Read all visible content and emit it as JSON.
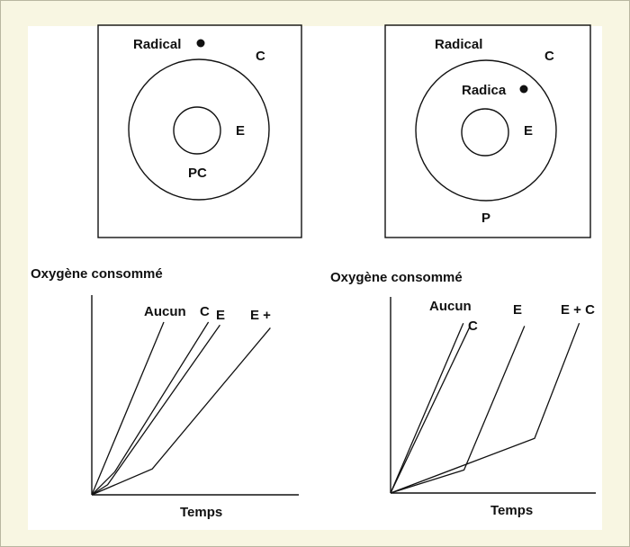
{
  "top_left": {
    "radical": "Radical",
    "c": "C",
    "e": "E",
    "pc": "PC"
  },
  "top_right": {
    "radical": "Radical",
    "c": "C",
    "radica": "Radica",
    "e": "E",
    "p": "P"
  },
  "chart_data": [
    {
      "type": "line",
      "ylabel": "Oxygène consommé",
      "xlabel": "Temps",
      "series": [
        {
          "name": "Aucun",
          "points": [
            [
              0,
              0
            ],
            [
              10,
              24
            ]
          ]
        },
        {
          "name": "C",
          "points": [
            [
              0,
              0
            ],
            [
              3.2,
              3.2
            ],
            [
              16.2,
              24
            ]
          ]
        },
        {
          "name": "E",
          "points": [
            [
              0,
              0
            ],
            [
              2.2,
              1.4
            ],
            [
              17.8,
              23.6
            ]
          ]
        },
        {
          "name": "E +",
          "points": [
            [
              0,
              0
            ],
            [
              8.4,
              3.6
            ],
            [
              24.8,
              23.2
            ]
          ]
        }
      ]
    },
    {
      "type": "line",
      "ylabel": "Oxygène consommé",
      "xlabel": "Temps",
      "series": [
        {
          "name": "Aucun",
          "points": [
            [
              0,
              0
            ],
            [
              10.1,
              23.6
            ]
          ]
        },
        {
          "name": "C",
          "points": [
            [
              0,
              0
            ],
            [
              11,
              23.1
            ]
          ]
        },
        {
          "name": "E",
          "points": [
            [
              0,
              0
            ],
            [
              10.2,
              3.2
            ],
            [
              18.6,
              23.2
            ]
          ]
        },
        {
          "name": "E + C",
          "points": [
            [
              0,
              0
            ],
            [
              20,
              7.6
            ],
            [
              26.2,
              23.6
            ]
          ]
        }
      ]
    }
  ]
}
